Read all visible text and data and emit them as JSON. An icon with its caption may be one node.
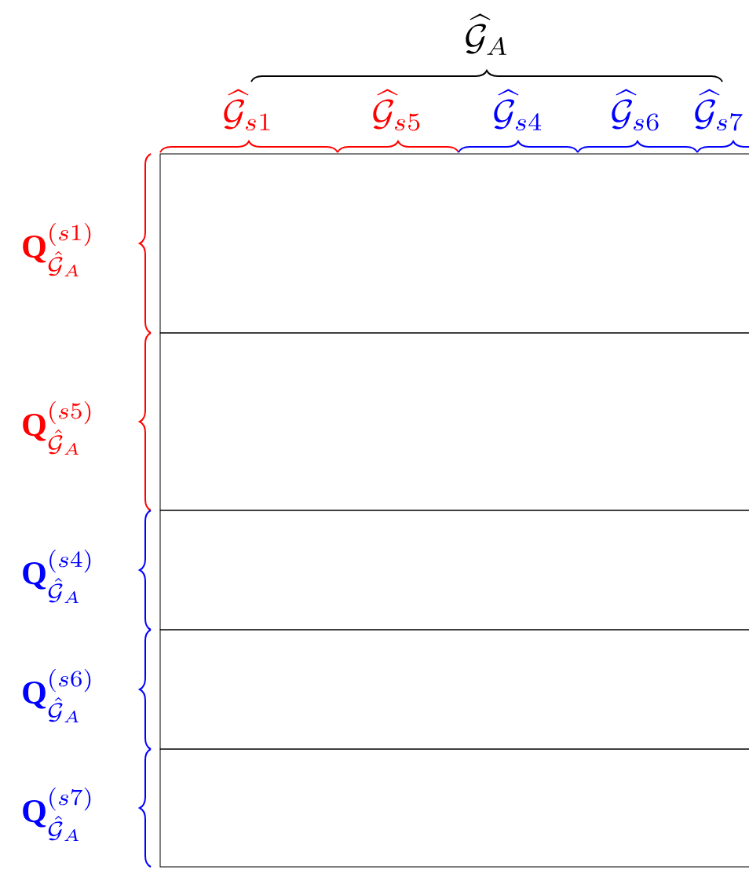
{
  "diagram": {
    "nodes": [
      {
        "text": [],
        "shape": "box"
      },
      {
        "text": [],
        "shape": "box"
      },
      {
        "text": [],
        "shape": "box"
      },
      {
        "text": [],
        "shape": "box"
      },
      {
        "text": [],
        "shape": "box"
      }
    ],
    "labels": [
      "\\widehat{\\mathcal{G}}_A",
      "\\widehat{\\mathcal{G}}_{s1}",
      "\\widehat{\\mathcal{G}}_{s5}",
      "\\widehat{\\mathcal{G}}_{s4}",
      "\\widehat{\\mathcal{G}}_{s6}",
      "\\widehat{\\mathcal{G}}_{s7}",
      "\\mathbf{Q}_{\\hat{\\mathcal{G}}_A}^{(s1)}",
      "\\mathbf{Q}_{\\hat{\\mathcal{G}}_A}^{(s5)}",
      "\\mathbf{Q}_{\\hat{\\mathcal{G}}_A}^{(s4)}",
      "\\mathbf{Q}_{\\hat{\\mathcal{G}}_A}^{(s6)}",
      "\\mathbf{Q}_{\\hat{\\mathcal{G}}_A}^{(s7)}"
    ]
  }
}
